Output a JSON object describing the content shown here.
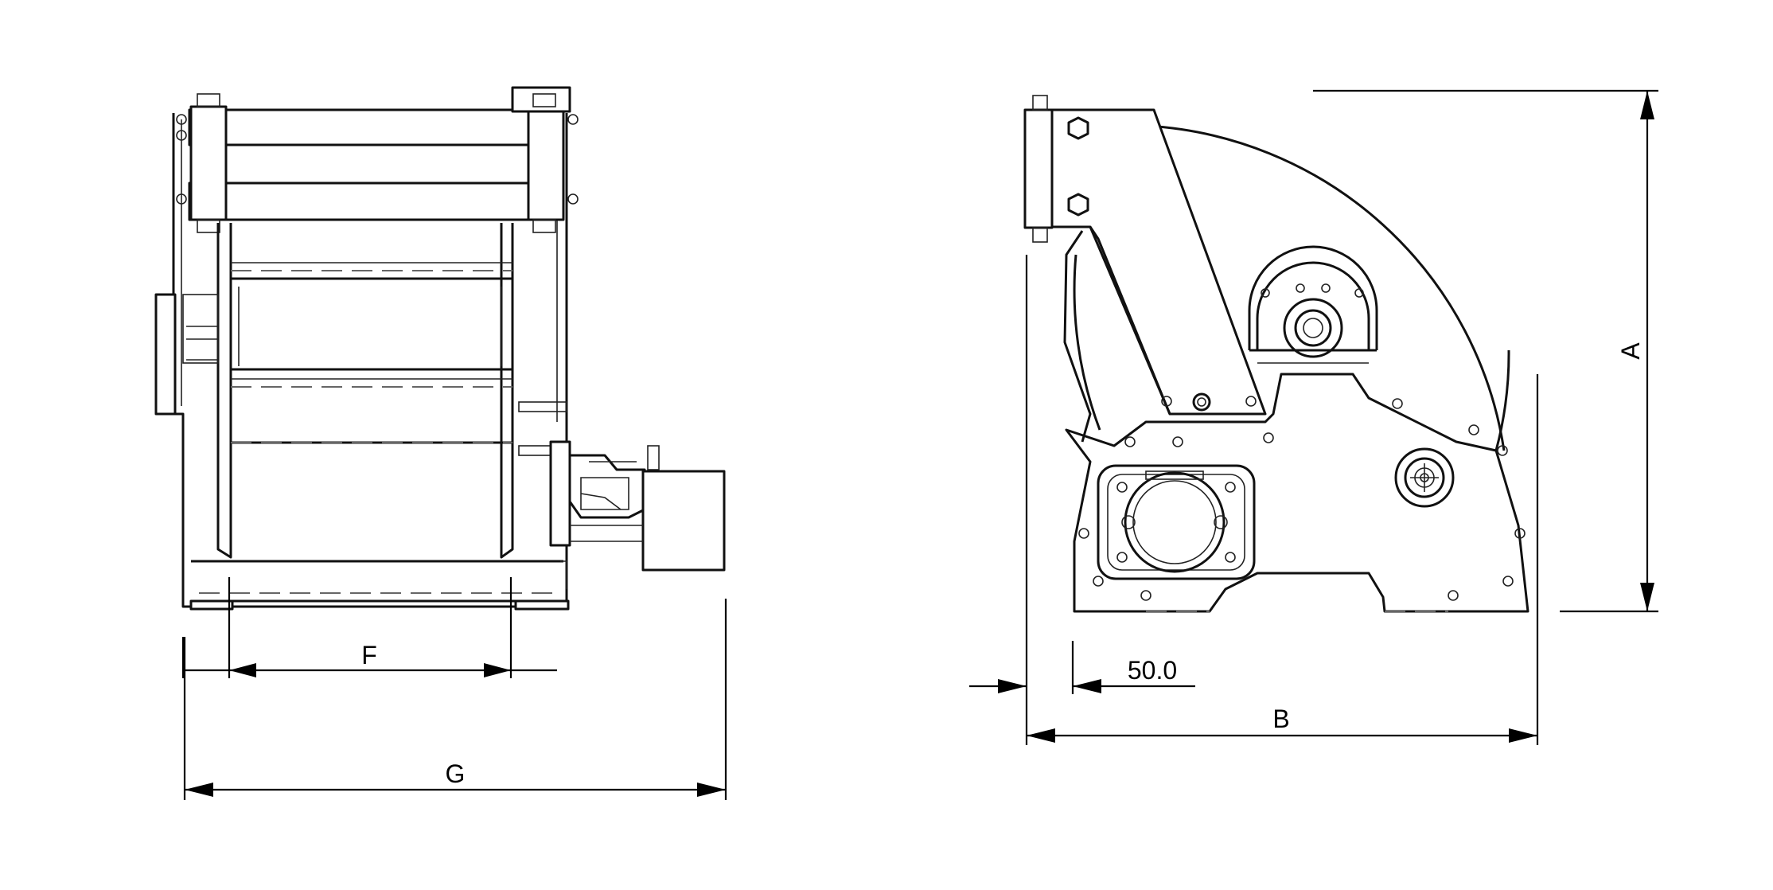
{
  "dimensions": {
    "F": "F",
    "G": "G",
    "A": "A",
    "B": "B",
    "offset": "50.0"
  },
  "colors": {
    "line": "#111111",
    "background": "#ffffff"
  }
}
